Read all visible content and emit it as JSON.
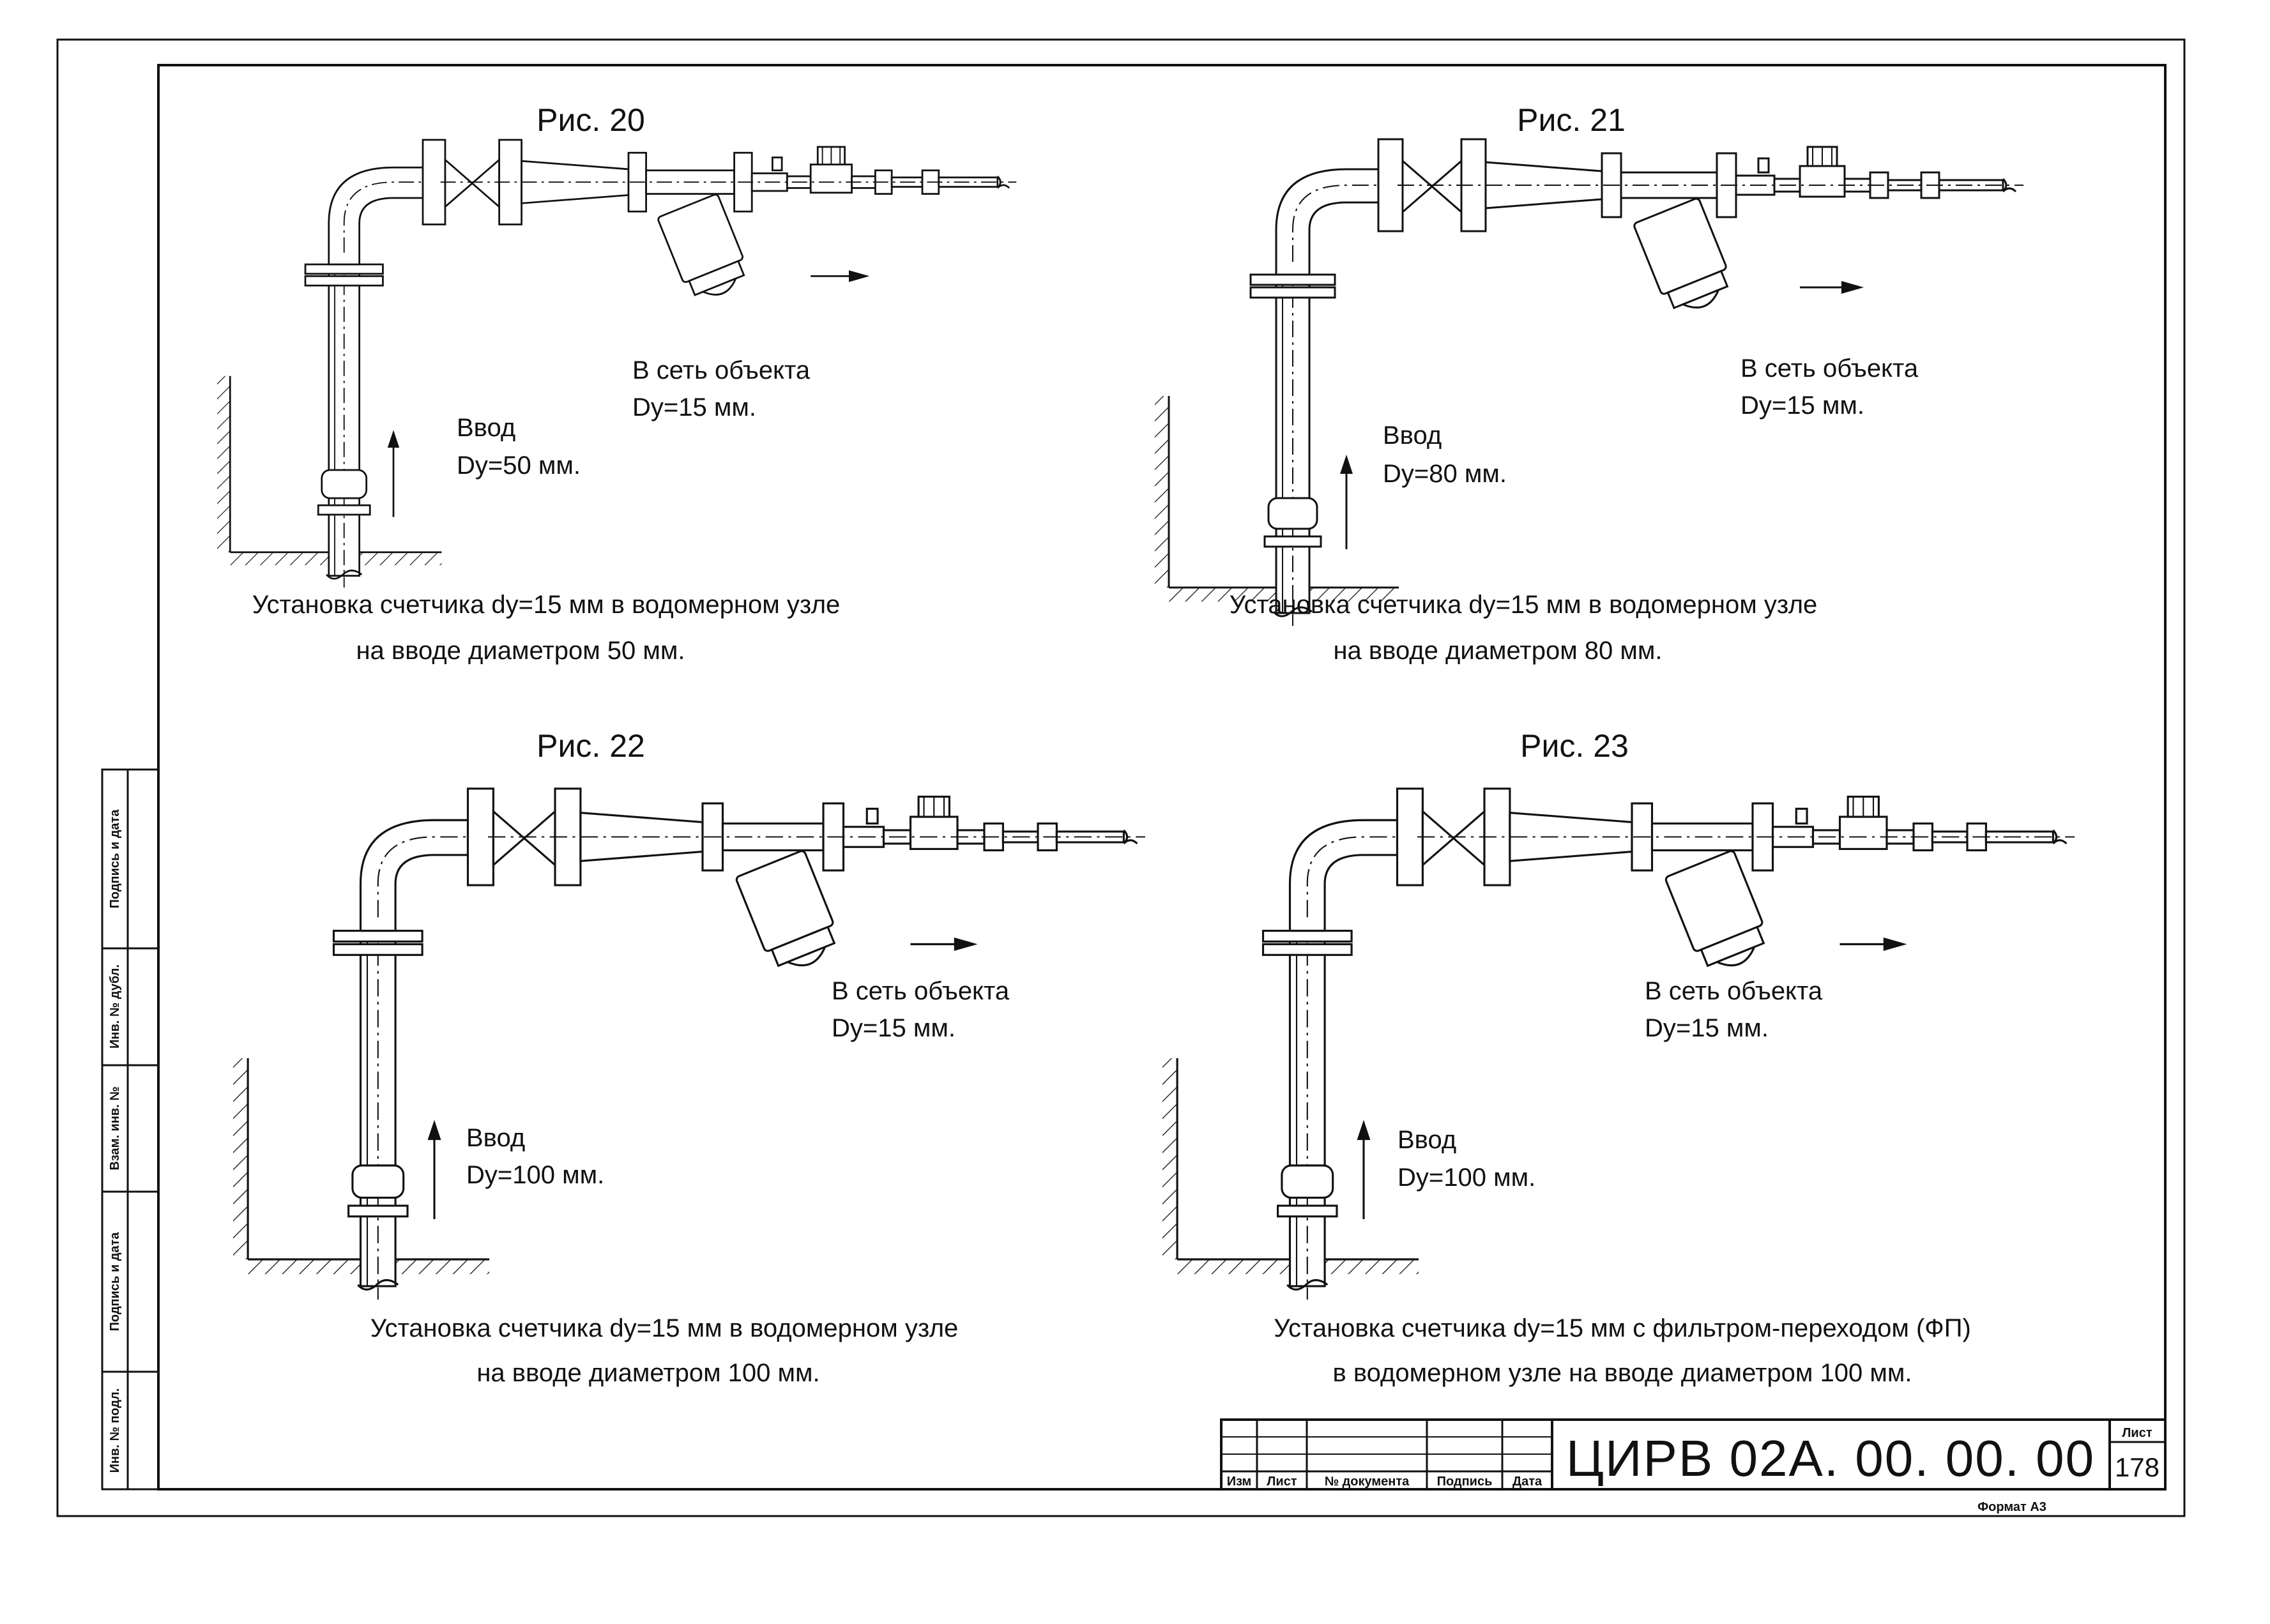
{
  "figures": [
    {
      "title": "Рис. 20",
      "inlet_label": "Ввод",
      "inlet_diameter": "Dy=50 мм.",
      "outlet_label": "В сеть объекта",
      "outlet_diameter": "Dy=15 мм.",
      "caption_line1": "Установка счетчика dy=15 мм в водомерном узле",
      "caption_line2": "на вводе диаметром 50 мм."
    },
    {
      "title": "Рис. 21",
      "inlet_label": "Ввод",
      "inlet_diameter": "Dy=80 мм.",
      "outlet_label": "В сеть объекта",
      "outlet_diameter": "Dy=15 мм.",
      "caption_line1": "Установка счетчика dy=15 мм в водомерном узле",
      "caption_line2": "на вводе диаметром 80 мм."
    },
    {
      "title": "Рис. 22",
      "inlet_label": "Ввод",
      "inlet_diameter": "Dy=100 мм.",
      "outlet_label": "В сеть объекта",
      "outlet_diameter": "Dy=15 мм.",
      "caption_line1": "Установка счетчика dy=15 мм в водомерном узле",
      "caption_line2": "на вводе диаметром 100 мм."
    },
    {
      "title": "Рис. 23",
      "inlet_label": "Ввод",
      "inlet_diameter": "Dy=100 мм.",
      "outlet_label": "В сеть объекта",
      "outlet_diameter": "Dy=15 мм.",
      "caption_line1": "Установка счетчика dy=15 мм с фильтром-переходом (ФП)",
      "caption_line2": "в водомерном узле на вводе диаметром 100 мм."
    }
  ],
  "side_stamp": [
    "Подпись и дата",
    "Инв. № дубл.",
    "Взам. инв. №",
    "Подпись и дата",
    "Инв. № подл."
  ],
  "title_block": {
    "columns": [
      "Изм",
      "Лист",
      "№ документа",
      "Подпись",
      "Дата"
    ],
    "document_code": "ЦИРВ 02А. 00. 00. 00",
    "sheet_label": "Лист",
    "sheet_number": "178",
    "format": "Формат А3"
  }
}
